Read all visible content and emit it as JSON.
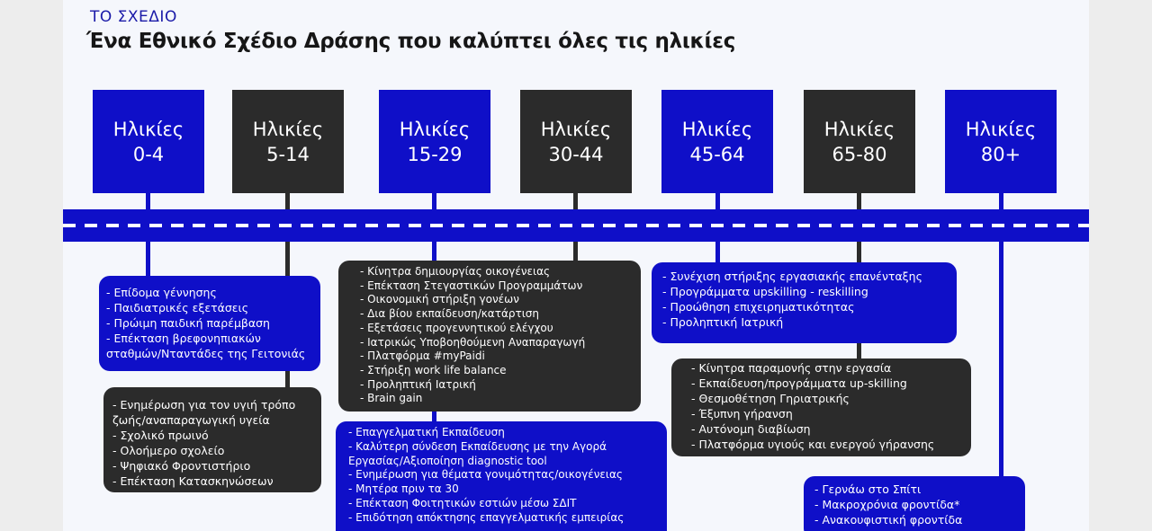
{
  "header": {
    "kicker": "ΤΟ ΣΧΕΔΙΟ",
    "title": "Ένα Εθνικό Σχέδιο Δράσης που καλύπτει όλες τις ηλικίες"
  },
  "age_groups": [
    {
      "label": "Ηλικίες",
      "range": "0-4",
      "color": "#0f0fc8"
    },
    {
      "label": "Ηλικίες",
      "range": "5-14",
      "color": "#2b2b2b"
    },
    {
      "label": "Ηλικίες",
      "range": "15-29",
      "color": "#0f0fc8"
    },
    {
      "label": "Ηλικίες",
      "range": "30-44",
      "color": "#2b2b2b"
    },
    {
      "label": "Ηλικίες",
      "range": "45-64",
      "color": "#0f0fc8"
    },
    {
      "label": "Ηλικίες",
      "range": "65-80",
      "color": "#2b2b2b"
    },
    {
      "label": "Ηλικίες",
      "range": "80+",
      "color": "#0f0fc8"
    }
  ],
  "boxes": {
    "age_0_4": [
      "- Επίδομα γέννησης",
      "- Παιδιατρικές εξετάσεις",
      "- Πρώιμη παιδική παρέμβαση",
      "- Επέκταση βρεφονηπιακών",
      "σταθμών/Νταντάδες της Γειτονιάς"
    ],
    "age_5_14": [
      "- Ενημέρωση για τον υγιή τρόπο",
      "ζωής/αναπαραγωγική υγεία",
      "- Σχολικό πρωινό",
      "- Ολοήμερο σχολείο",
      "- Ψηφιακό Φροντιστήριο",
      "- Επέκταση Κατασκηνώσεων"
    ],
    "age_30_44": [
      "-  Κίνητρα δημιουργίας οικογένειας",
      "-  Επέκταση Στεγαστικών Προγραμμάτων",
      "-  Οικονομική στήριξη γονέων",
      "-  Δια βίου εκπαίδευση/κατάρτιση",
      "-  Εξετάσεις προγεννητικού ελέγχου",
      "-  Ιατρικώς Υποβοηθούμενη Αναπαραγωγή",
      "-  Πλατφόρμα #myPaidi",
      "-  Στήριξη work life balance",
      "-  Προληπτική Ιατρική",
      "-  Brain gain"
    ],
    "age_15_29": [
      "- Επαγγελματική Εκπαίδευση",
      "- Καλύτερη σύνδεση Εκπαίδευσης με την Αγορά",
      "Εργασίας/Αξιοποίηση diagnostic tool",
      "- Ενημέρωση για θέματα γονιμότητας/οικογένειας",
      "- Μητέρα πριν τα 30",
      "- Επέκταση Φοιτητικών εστιών μέσω ΣΔΙΤ",
      "- Επιδότηση απόκτησης επαγγελματικής εμπειρίας"
    ],
    "age_45_64": [
      "- Συνέχιση στήριξης εργασιακής επανένταξης",
      "- Προγράμματα upskilling - reskilling",
      "- Προώθηση επιχειρηματικότητας",
      "- Προληπτική Ιατρική"
    ],
    "age_65_80": [
      "- Κίνητρα παραμονής στην εργασία",
      "- Εκπαίδευση/προγράμματα up-skilling",
      "- Θεσμοθέτηση Γηριατρικής",
      "- Έξυπνη γήρανση",
      "- Αυτόνομη διαβίωση",
      "- Πλατφόρμα υγιούς και ενεργού γήρανσης"
    ],
    "age_80_plus": [
      "- Γερνάω στο Σπίτι",
      "- Μακροχρόνια φροντίδα*",
      "- Ανακουφιστική φροντίδα"
    ]
  }
}
